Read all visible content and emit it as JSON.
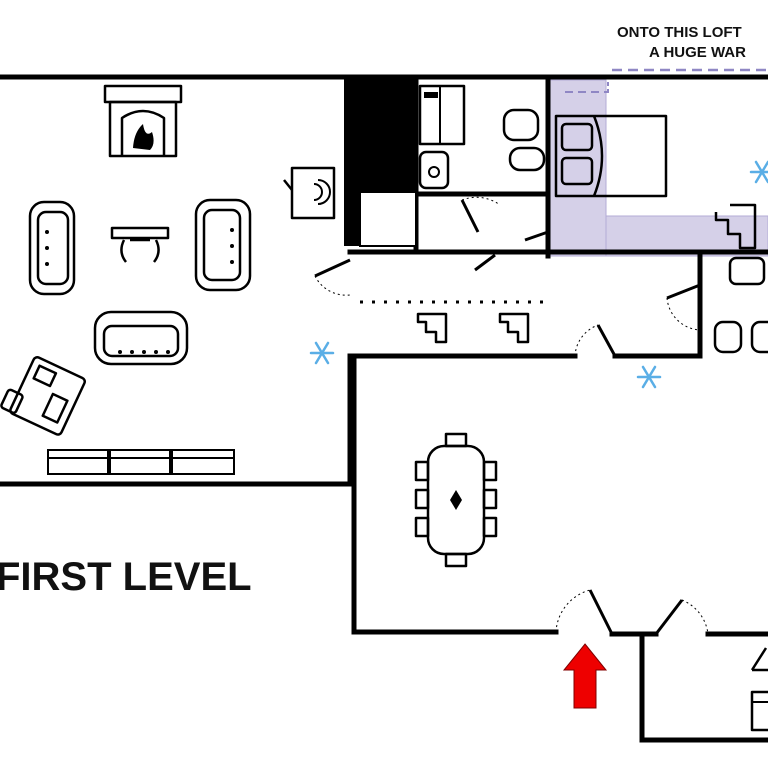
{
  "labels": {
    "loft_line1": "ONTO THIS LOFT",
    "loft_line2": "A HUGE WAR",
    "level_title": "FIRST LEVEL"
  },
  "colors": {
    "wall": "#000000",
    "loft_fill": "#d5d0e8",
    "loft_stroke": "#b3abd6",
    "loft_dash": "#8f87c4",
    "snowflake": "#5aaee6",
    "entrance_arrow": "#ee0000"
  },
  "icons": [
    "fireplace-icon",
    "sofa-icon",
    "coffee-table-icon",
    "tv-icon",
    "desk-icon",
    "shower-icon",
    "toilet-icon",
    "sink-icon",
    "bed-icon",
    "stairs-icon",
    "dining-table-icon",
    "snowflake-icon",
    "kitchen-hood-icon",
    "oven-icon",
    "entrance-arrow-icon",
    "radiator-icon"
  ]
}
